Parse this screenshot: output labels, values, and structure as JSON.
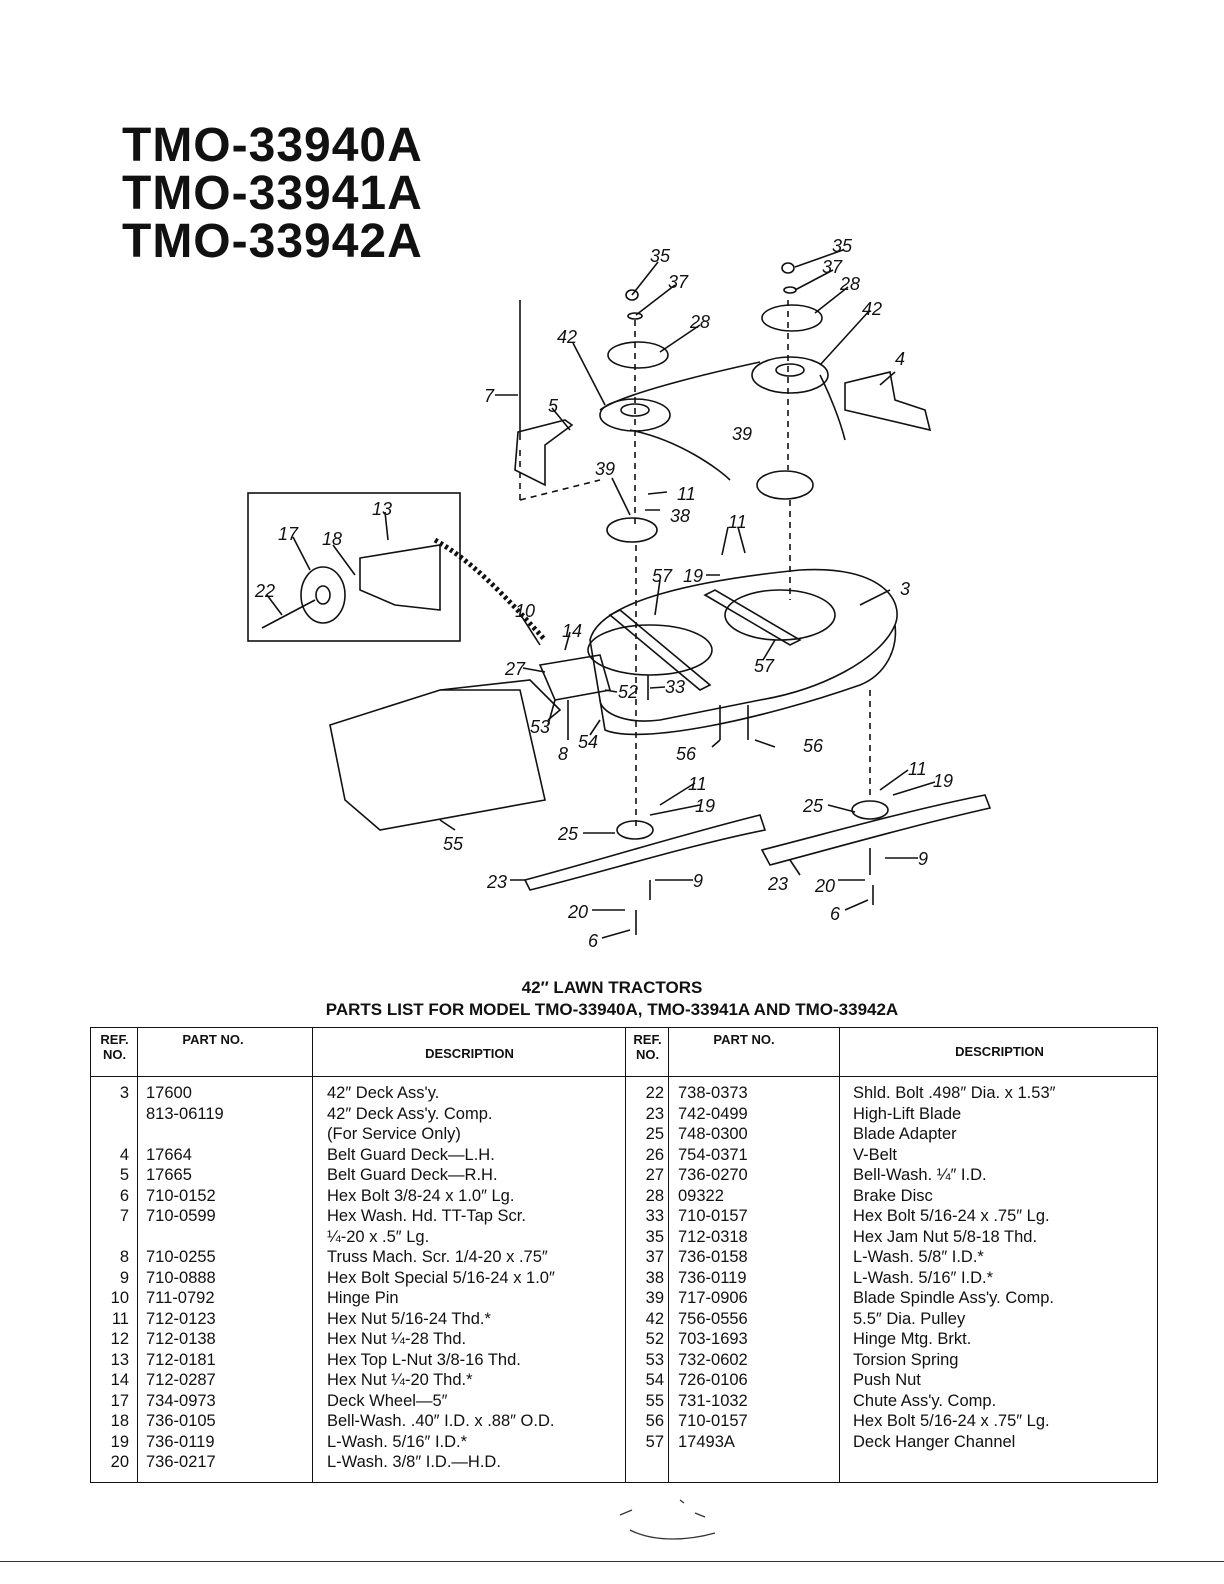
{
  "models": [
    "TMO-33940A",
    "TMO-33941A",
    "TMO-33942A"
  ],
  "callouts": {
    "c35a": "35",
    "c37a": "37",
    "c28a": "28",
    "c42a": "42",
    "c35b": "35",
    "c37b": "37",
    "c28b": "28",
    "c42b": "42",
    "c4": "4",
    "c5": "5",
    "c7": "7",
    "c39a": "39",
    "c39b": "39",
    "c11a": "11",
    "c38": "38",
    "c11b": "11",
    "c13": "13",
    "c17": "17",
    "c18": "18",
    "c22": "22",
    "c10": "10",
    "c14": "14",
    "c57a": "57",
    "c19a": "19",
    "c3": "3",
    "c57b": "57",
    "c27": "27",
    "c52": "52",
    "c33": "33",
    "c53": "53",
    "c8": "8",
    "c54": "54",
    "c56a": "56",
    "c56b": "56",
    "c11c": "11",
    "c19b": "19",
    "c25a": "25",
    "c55": "55",
    "c23a": "23",
    "c9a": "9",
    "c20a": "20",
    "c6a": "6",
    "c11d": "11",
    "c19c": "19",
    "c25b": "25",
    "c9b": "9",
    "c23b": "23",
    "c20b": "20",
    "c6b": "6"
  },
  "heading": {
    "line1": "42″ LAWN TRACTORS",
    "line2": "PARTS LIST FOR MODEL TMO-33940A, TMO-33941A AND TMO-33942A"
  },
  "table": {
    "headers": {
      "ref": "REF. NO.",
      "part": "PART NO.",
      "desc": "DESCRIPTION"
    },
    "left": [
      {
        "ref": "3",
        "part": "17600",
        "desc": "42″ Deck Ass'y."
      },
      {
        "ref": "",
        "part": "813-06119",
        "desc": "42″ Deck Ass'y. Comp."
      },
      {
        "ref": "",
        "part": "",
        "desc": "(For Service Only)"
      },
      {
        "ref": "4",
        "part": "17664",
        "desc": "Belt Guard Deck—L.H."
      },
      {
        "ref": "5",
        "part": "17665",
        "desc": "Belt Guard Deck—R.H."
      },
      {
        "ref": "6",
        "part": "710-0152",
        "desc": "Hex Bolt 3/8-24 x 1.0″ Lg."
      },
      {
        "ref": "7",
        "part": "710-0599",
        "desc": "Hex Wash. Hd. TT-Tap Scr."
      },
      {
        "ref": "",
        "part": "",
        "desc": "¼-20 x .5″ Lg."
      },
      {
        "ref": "8",
        "part": "710-0255",
        "desc": "Truss Mach. Scr. 1/4-20 x .75″"
      },
      {
        "ref": "9",
        "part": "710-0888",
        "desc": "Hex Bolt Special 5/16-24 x 1.0″"
      },
      {
        "ref": "10",
        "part": "711-0792",
        "desc": "Hinge Pin"
      },
      {
        "ref": "11",
        "part": "712-0123",
        "desc": "Hex Nut 5/16-24 Thd.*"
      },
      {
        "ref": "12",
        "part": "712-0138",
        "desc": "Hex Nut ¼-28 Thd."
      },
      {
        "ref": "13",
        "part": "712-0181",
        "desc": "Hex Top L-Nut 3/8-16 Thd."
      },
      {
        "ref": "14",
        "part": "712-0287",
        "desc": "Hex Nut ¼-20 Thd.*"
      },
      {
        "ref": "17",
        "part": "734-0973",
        "desc": "Deck Wheel—5″"
      },
      {
        "ref": "18",
        "part": "736-0105",
        "desc": "Bell-Wash. .40″ I.D. x .88″ O.D."
      },
      {
        "ref": "19",
        "part": "736-0119",
        "desc": "L-Wash. 5/16″ I.D.*"
      },
      {
        "ref": "20",
        "part": "736-0217",
        "desc": "L-Wash. 3/8″ I.D.—H.D."
      }
    ],
    "right": [
      {
        "ref": "22",
        "part": "738-0373",
        "desc": "Shld. Bolt .498″ Dia. x 1.53″"
      },
      {
        "ref": "23",
        "part": "742-0499",
        "desc": "High-Lift Blade"
      },
      {
        "ref": "25",
        "part": "748-0300",
        "desc": "Blade Adapter"
      },
      {
        "ref": "26",
        "part": "754-0371",
        "desc": "V-Belt"
      },
      {
        "ref": "27",
        "part": "736-0270",
        "desc": "Bell-Wash. ¼″ I.D."
      },
      {
        "ref": "28",
        "part": "09322",
        "desc": "Brake Disc"
      },
      {
        "ref": "33",
        "part": "710-0157",
        "desc": "Hex Bolt 5/16-24 x .75″ Lg."
      },
      {
        "ref": "35",
        "part": "712-0318",
        "desc": "Hex Jam Nut 5/8-18 Thd."
      },
      {
        "ref": "37",
        "part": "736-0158",
        "desc": "L-Wash. 5/8″ I.D.*"
      },
      {
        "ref": "38",
        "part": "736-0119",
        "desc": "L-Wash. 5/16″ I.D.*"
      },
      {
        "ref": "39",
        "part": "717-0906",
        "desc": "Blade Spindle Ass'y. Comp."
      },
      {
        "ref": "42",
        "part": "756-0556",
        "desc": "5.5″ Dia. Pulley"
      },
      {
        "ref": "52",
        "part": "703-1693",
        "desc": "Hinge Mtg. Brkt."
      },
      {
        "ref": "53",
        "part": "732-0602",
        "desc": "Torsion Spring"
      },
      {
        "ref": "54",
        "part": "726-0106",
        "desc": "Push Nut"
      },
      {
        "ref": "55",
        "part": "731-1032",
        "desc": "Chute Ass'y. Comp."
      },
      {
        "ref": "56",
        "part": "710-0157",
        "desc": "Hex Bolt 5/16-24 x .75″ Lg."
      },
      {
        "ref": "57",
        "part": "17493A",
        "desc": "Deck Hanger Channel"
      }
    ]
  }
}
